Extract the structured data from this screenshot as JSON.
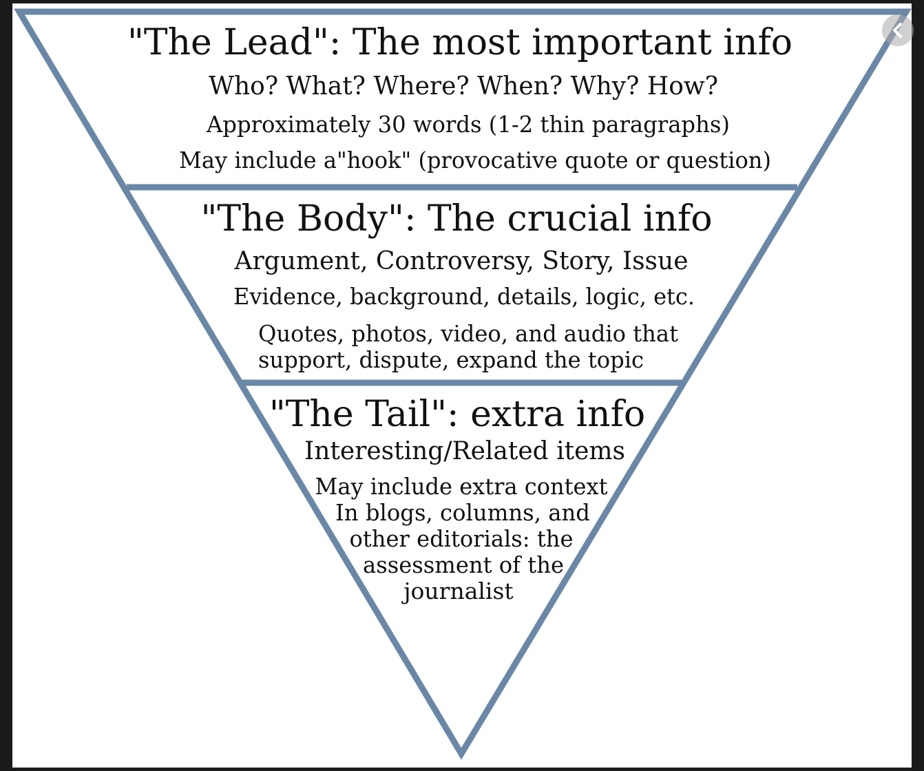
{
  "colors": {
    "background": "#1a1a1a",
    "frame": "#ffffff",
    "pyramid_stroke": "#6a87a6",
    "text": "#111111"
  },
  "diagram": {
    "lead": {
      "title": "\"The Lead\": The most important info",
      "lines": [
        "Who? What? Where? When? Why? How?",
        "Approximately 30 words (1-2 thin paragraphs)",
        "May include a\"hook\" (provocative quote or question)"
      ]
    },
    "body": {
      "title": "\"The Body\": The crucial info",
      "lines": [
        "Argument, Controversy, Story, Issue",
        "Evidence, background, details, logic, etc.",
        "Quotes, photos, video, and audio that",
        "support, dispute, expand the topic"
      ]
    },
    "tail": {
      "title": "\"The Tail\": extra info",
      "lines": [
        "Interesting/Related items",
        "May include extra context",
        "In blogs, columns, and",
        "other editorials: the",
        "assessment of the",
        "journalist"
      ]
    }
  },
  "viewer": {
    "nav_icon": "chevron-left-icon"
  }
}
